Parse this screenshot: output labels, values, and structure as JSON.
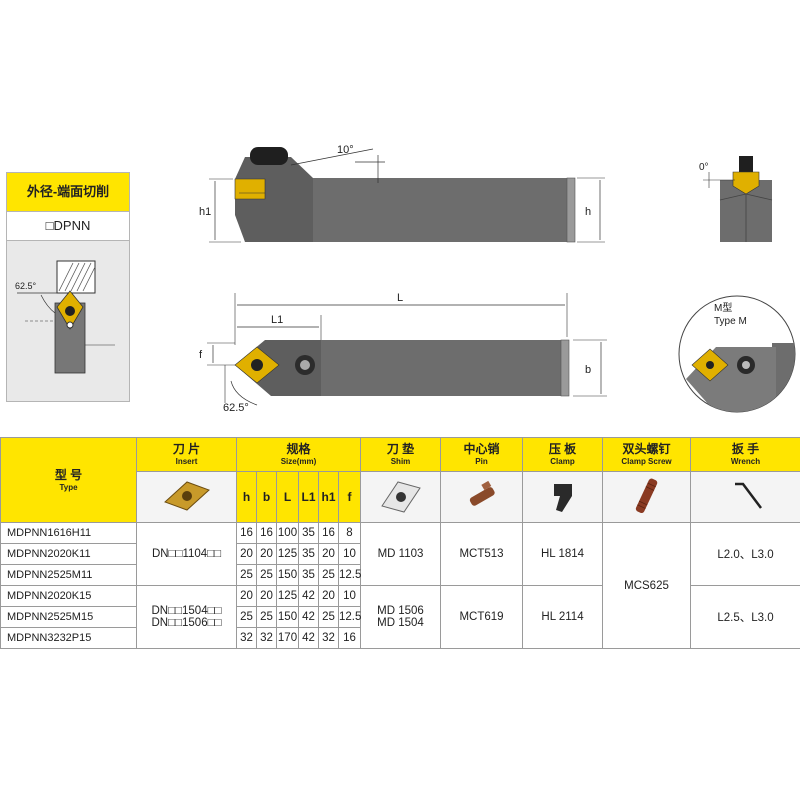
{
  "panel": {
    "title": "外径-端面切削",
    "code": "□DPNN",
    "angle": "62.5°"
  },
  "drawing": {
    "top_angle": "10°",
    "end_angle": "0°",
    "h1": "h1",
    "h": "h",
    "L": "L",
    "L1": "L1",
    "f": "f",
    "b": "b",
    "bottom_angle": "62.5°",
    "type_m_zh": "M型",
    "type_m_en": "Type M"
  },
  "table": {
    "headers": {
      "type": {
        "zh": "型 号",
        "en": "Type"
      },
      "insert": {
        "zh": "刀 片",
        "en": "Insert"
      },
      "size": {
        "zh": "规格",
        "en": "Size(mm)"
      },
      "shim": {
        "zh": "刀 垫",
        "en": "Shim"
      },
      "pin": {
        "zh": "中心销",
        "en": "Pin"
      },
      "clamp": {
        "zh": "压 板",
        "en": "Clamp"
      },
      "screw": {
        "zh": "双头螺钉",
        "en": "Clamp Screw"
      },
      "wrench": {
        "zh": "扳 手",
        "en": "Wrench"
      }
    },
    "size_cols": [
      "h",
      "b",
      "L",
      "L1",
      "h1",
      "f"
    ],
    "rows": [
      {
        "type": "MDPNN1616H11",
        "h": "16",
        "b": "16",
        "L": "100",
        "L1": "35",
        "h1": "16",
        "f": "8"
      },
      {
        "type": "MDPNN2020K11",
        "h": "20",
        "b": "20",
        "L": "125",
        "L1": "35",
        "h1": "20",
        "f": "10"
      },
      {
        "type": "MDPNN2525M11",
        "h": "25",
        "b": "25",
        "L": "150",
        "L1": "35",
        "h1": "25",
        "f": "12.5"
      },
      {
        "type": "MDPNN2020K15",
        "h": "20",
        "b": "20",
        "L": "125",
        "L1": "42",
        "h1": "20",
        "f": "10"
      },
      {
        "type": "MDPNN2525M15",
        "h": "25",
        "b": "25",
        "L": "150",
        "L1": "42",
        "h1": "25",
        "f": "12.5"
      },
      {
        "type": "MDPNN3232P15",
        "h": "32",
        "b": "32",
        "L": "170",
        "L1": "42",
        "h1": "32",
        "f": "16"
      }
    ],
    "groups": [
      {
        "insert": [
          "DN□□1104□□"
        ],
        "shim": [
          "MD 1103"
        ],
        "pin": "MCT513",
        "clamp": "HL 1814",
        "wrench": "L2.0、L3.0"
      },
      {
        "insert": [
          "DN□□1504□□",
          "DN□□1506□□"
        ],
        "shim": [
          "MD 1506",
          "MD 1504"
        ],
        "pin": "MCT619",
        "clamp": "HL 2114",
        "wrench": "L2.5、L3.0"
      }
    ],
    "screw": "MCS625"
  }
}
